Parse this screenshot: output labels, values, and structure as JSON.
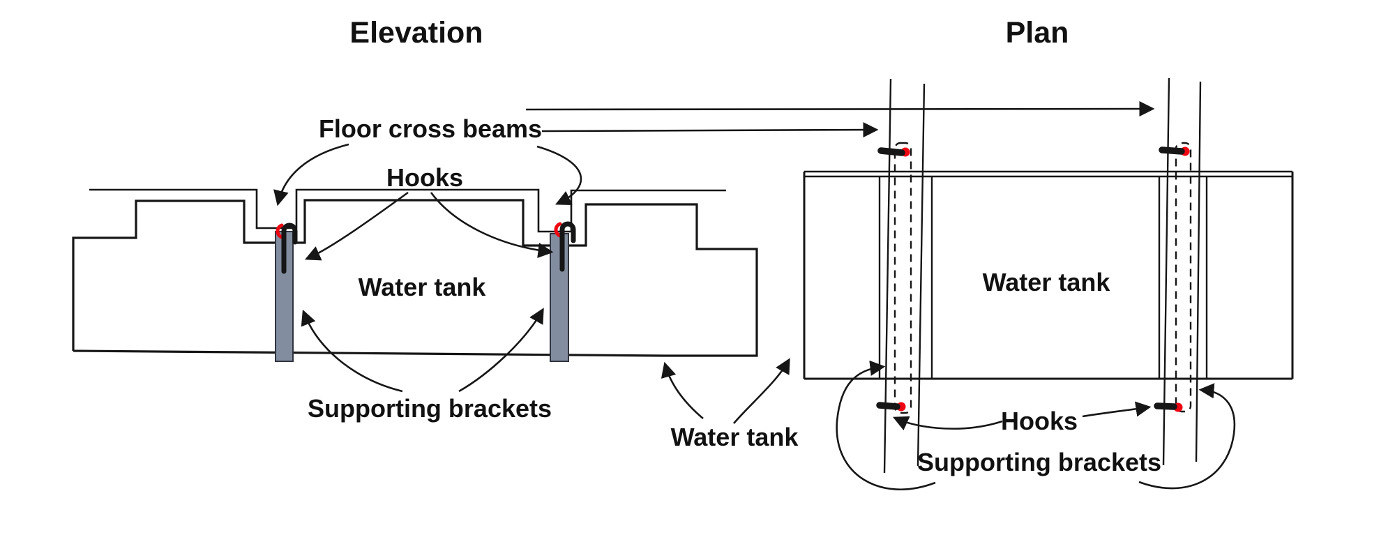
{
  "titles": {
    "elevation": "Elevation",
    "plan": "Plan"
  },
  "elevation": {
    "labels": {
      "floor_cross_beams": "Floor cross beams",
      "hooks": "Hooks",
      "water_tank": "Water tank",
      "supporting_brackets": "Supporting brackets"
    }
  },
  "shared": {
    "labels": {
      "water_tank": "Water tank"
    }
  },
  "plan": {
    "labels": {
      "water_tank": "Water tank",
      "hooks": "Hooks",
      "supporting_brackets": "Supporting brackets"
    }
  },
  "colors": {
    "line": "#161616",
    "text": "#111111",
    "bracket_fill": "#838da0",
    "bracket_border": "#30343f",
    "hook_red": "#ee0511",
    "background": "#ffffff"
  }
}
